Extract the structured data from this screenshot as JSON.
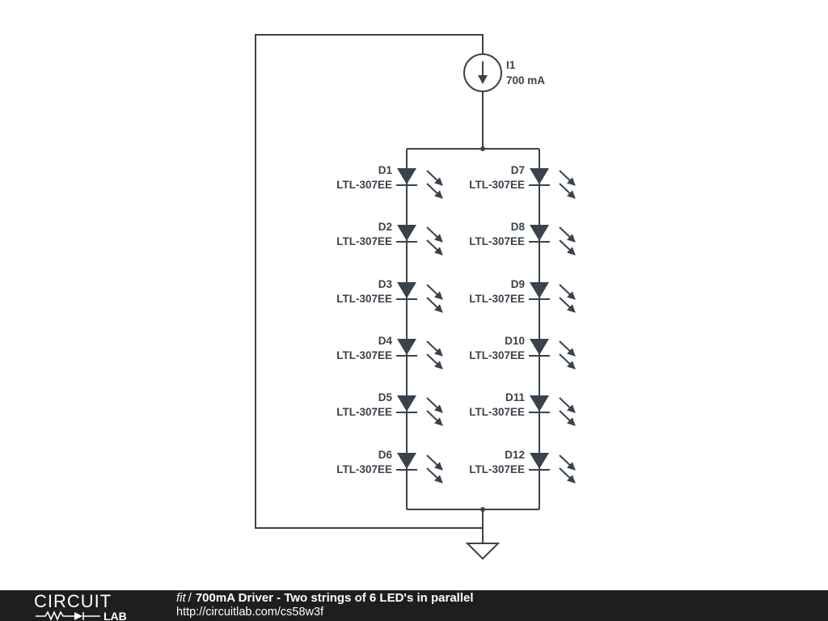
{
  "source": {
    "name": "I1",
    "value": "700 mA"
  },
  "diodes": [
    {
      "ref": "D1",
      "part": "LTL-307EE"
    },
    {
      "ref": "D2",
      "part": "LTL-307EE"
    },
    {
      "ref": "D3",
      "part": "LTL-307EE"
    },
    {
      "ref": "D4",
      "part": "LTL-307EE"
    },
    {
      "ref": "D5",
      "part": "LTL-307EE"
    },
    {
      "ref": "D6",
      "part": "LTL-307EE"
    },
    {
      "ref": "D7",
      "part": "LTL-307EE"
    },
    {
      "ref": "D8",
      "part": "LTL-307EE"
    },
    {
      "ref": "D9",
      "part": "LTL-307EE"
    },
    {
      "ref": "D10",
      "part": "LTL-307EE"
    },
    {
      "ref": "D11",
      "part": "LTL-307EE"
    },
    {
      "ref": "D12",
      "part": "LTL-307EE"
    }
  ],
  "colors": {
    "ink": "#3a434c",
    "footer_bg": "#1e1e1e"
  },
  "footer": {
    "logo_top": "CIRCUIT",
    "logo_bottom": "LAB",
    "mode": "fit",
    "title": "700mA Driver - Two strings of 6 LED's in parallel",
    "url": "http://circuitlab.com/cs58w3f"
  }
}
